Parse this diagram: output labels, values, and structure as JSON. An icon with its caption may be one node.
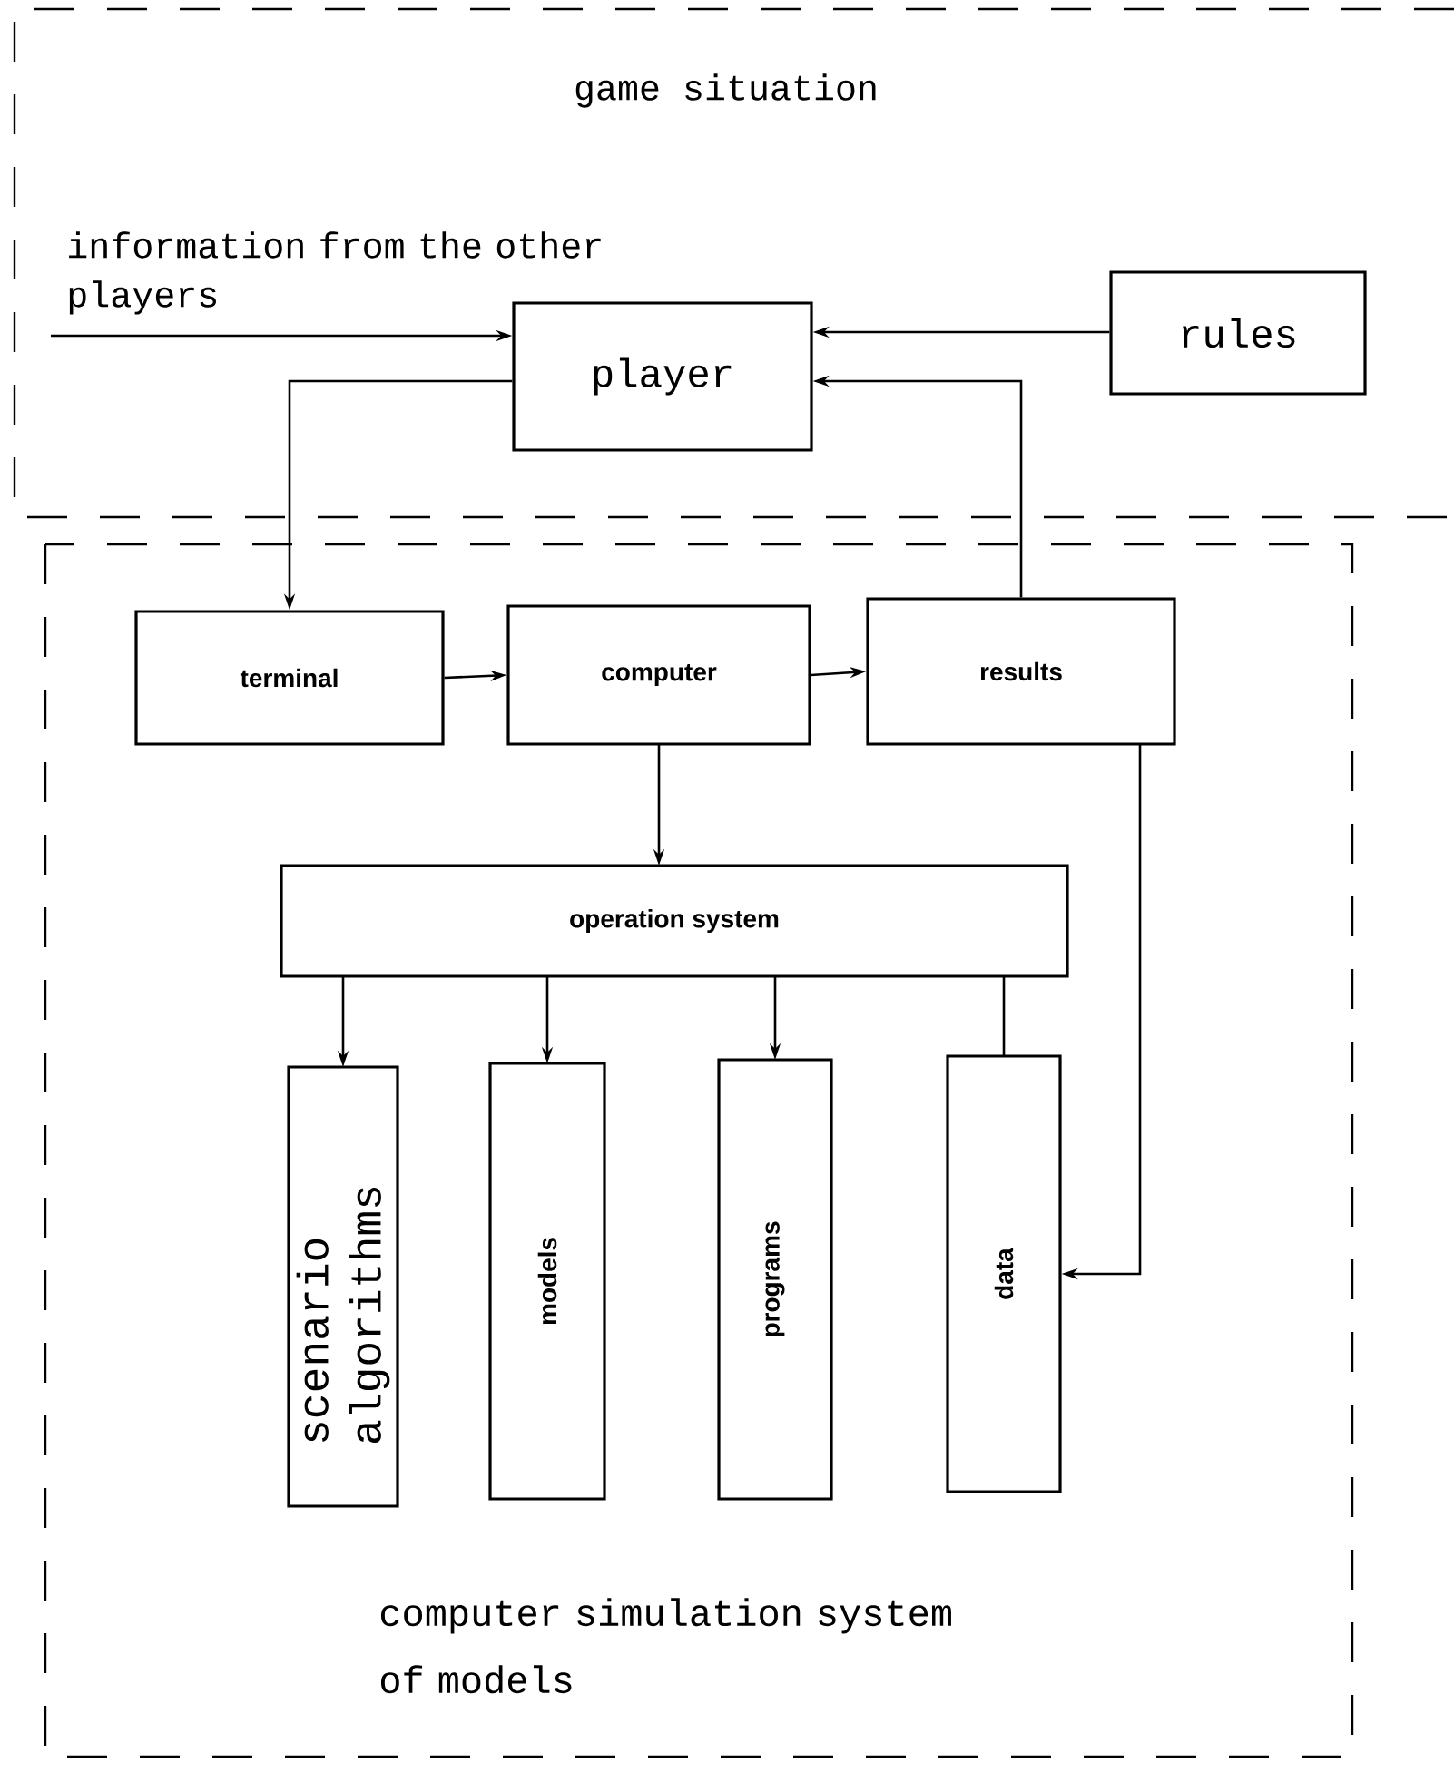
{
  "diagram": {
    "nodes": [
      {
        "text": [
          "game situation"
        ]
      },
      {
        "text": [
          "player"
        ],
        "in": 0
      },
      {
        "text": [
          "rules"
        ],
        "in": 0
      },
      {
        "text": [
          "computer simulation system of models"
        ]
      },
      {
        "text": [
          "terminal"
        ],
        "in": 3
      },
      {
        "text": [
          "computer"
        ],
        "in": 3
      },
      {
        "text": [
          "results"
        ],
        "in": 3
      },
      {
        "text": [
          "operation system"
        ],
        "in": 3
      },
      {
        "text": [
          "scenario algorithms"
        ],
        "in": 3
      },
      {
        "text": [
          "models"
        ],
        "in": 3
      },
      {
        "text": [
          "programs"
        ],
        "in": 3
      },
      {
        "text": [
          "data"
        ],
        "in": 3
      }
    ],
    "edges": [
      {
        "from": null,
        "to": 1,
        "arrow": "to",
        "label": "information from the other players"
      },
      {
        "from": 2,
        "to": 1,
        "arrow": "to"
      },
      {
        "from": 1,
        "to": 4,
        "arrow": "to"
      },
      {
        "from": 6,
        "to": 1,
        "arrow": "to"
      },
      {
        "from": 4,
        "to": 5,
        "arrow": "to"
      },
      {
        "from": 5,
        "to": 6,
        "arrow": "to"
      },
      {
        "from": 5,
        "to": 7,
        "arrow": "to"
      },
      {
        "from": 7,
        "to": 8,
        "arrow": "to"
      },
      {
        "from": 7,
        "to": 9,
        "arrow": "to"
      },
      {
        "from": 7,
        "to": 10,
        "arrow": "to"
      },
      {
        "from": 7,
        "to": 11,
        "arrow": "none"
      },
      {
        "from": 6,
        "to": 11,
        "arrow": "to"
      }
    ]
  }
}
